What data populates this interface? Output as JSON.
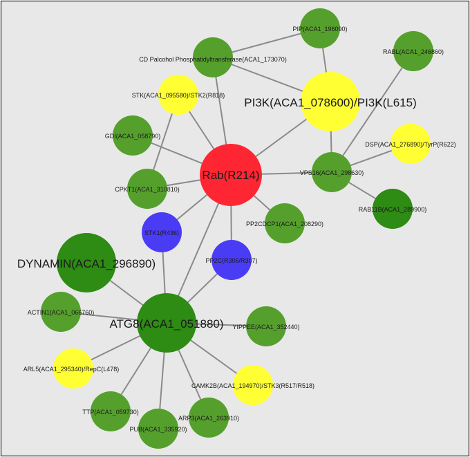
{
  "colors": {
    "red": "#ff2633",
    "yellow": "#ffff33",
    "blue": "#4a3cf5",
    "green": "#55a02c",
    "dark_green": "#2e8b14",
    "edge": "#8a8a8a",
    "background": "#e8e8e8"
  },
  "nodes": [
    {
      "id": "rab",
      "label": "Rab(R214)",
      "color": "red"
    },
    {
      "id": "pi3k",
      "label": "PI3K(ACA1_078600)/PI3K(L615)",
      "color": "yellow"
    },
    {
      "id": "atg8",
      "label": "ATG8(ACA1_051880)",
      "color": "dark_green"
    },
    {
      "id": "dynamin",
      "label": "DYNAMIN(ACA1_296890)",
      "color": "dark_green"
    },
    {
      "id": "pip",
      "label": "PIP(ACA1_196090)",
      "color": "green"
    },
    {
      "id": "cdp",
      "label": "CD Palcohol Phosphatidyltransferase(ACA1_173070)",
      "color": "green"
    },
    {
      "id": "rabl",
      "label": "RABL(ACA1_246860)",
      "color": "green"
    },
    {
      "id": "stk",
      "label": "STK(ACA1_095580)/STK2(R818)",
      "color": "yellow"
    },
    {
      "id": "gdi",
      "label": "GDI(ACA1_058790)",
      "color": "green"
    },
    {
      "id": "dsp",
      "label": "DSP(ACA1_276890)/TyrP(R622)",
      "color": "yellow"
    },
    {
      "id": "vps16",
      "label": "VPS16(ACA1_298630)",
      "color": "green"
    },
    {
      "id": "cpkt1",
      "label": "CPKT1(ACA1_310810)",
      "color": "green"
    },
    {
      "id": "rab11b",
      "label": "RAB11B(ACA1_289900)",
      "color": "dark_green"
    },
    {
      "id": "stk1",
      "label": "STK1(R436)",
      "color": "blue"
    },
    {
      "id": "pp2cdcp1",
      "label": "PP2CDCP1(ACA1_208290)",
      "color": "green"
    },
    {
      "id": "pp2c",
      "label": "PP2C(R306/R307)",
      "color": "blue"
    },
    {
      "id": "actin1",
      "label": "ACTIN1(ACA1_066760)",
      "color": "green"
    },
    {
      "id": "yippee",
      "label": "YIPPEE(ACA1_352440)",
      "color": "green"
    },
    {
      "id": "arl5",
      "label": "ARL5(ACA1_295340)/RepC(L478)",
      "color": "yellow"
    },
    {
      "id": "camk2b",
      "label": "CAMK2B(ACA1_194970)/STK3(R517/R518)",
      "color": "yellow"
    },
    {
      "id": "ttp",
      "label": "TTP(ACA1_059730)",
      "color": "green"
    },
    {
      "id": "arp3",
      "label": "ARP3(ACA1_263910)",
      "color": "green"
    },
    {
      "id": "pub",
      "label": "PUB(ACA1_335920)",
      "color": "green"
    }
  ],
  "edges": [
    [
      "rab",
      "pi3k"
    ],
    [
      "rab",
      "cdp"
    ],
    [
      "rab",
      "stk"
    ],
    [
      "rab",
      "gdi"
    ],
    [
      "rab",
      "cpkt1"
    ],
    [
      "rab",
      "vps16"
    ],
    [
      "rab",
      "pp2cdcp1"
    ],
    [
      "rab",
      "stk1"
    ],
    [
      "rab",
      "pp2c"
    ],
    [
      "rab",
      "atg8"
    ],
    [
      "pi3k",
      "pip"
    ],
    [
      "pi3k",
      "cdp"
    ],
    [
      "pi3k",
      "vps16"
    ],
    [
      "pip",
      "cdp"
    ],
    [
      "rabl",
      "vps16"
    ],
    [
      "stk",
      "cpkt1"
    ],
    [
      "vps16",
      "dsp"
    ],
    [
      "vps16",
      "rab11b"
    ],
    [
      "atg8",
      "dynamin"
    ],
    [
      "atg8",
      "stk1"
    ],
    [
      "atg8",
      "pp2c"
    ],
    [
      "atg8",
      "actin1"
    ],
    [
      "atg8",
      "yippee"
    ],
    [
      "atg8",
      "arl5"
    ],
    [
      "atg8",
      "camk2b"
    ],
    [
      "atg8",
      "ttp"
    ],
    [
      "atg8",
      "pub"
    ],
    [
      "atg8",
      "arp3"
    ]
  ]
}
